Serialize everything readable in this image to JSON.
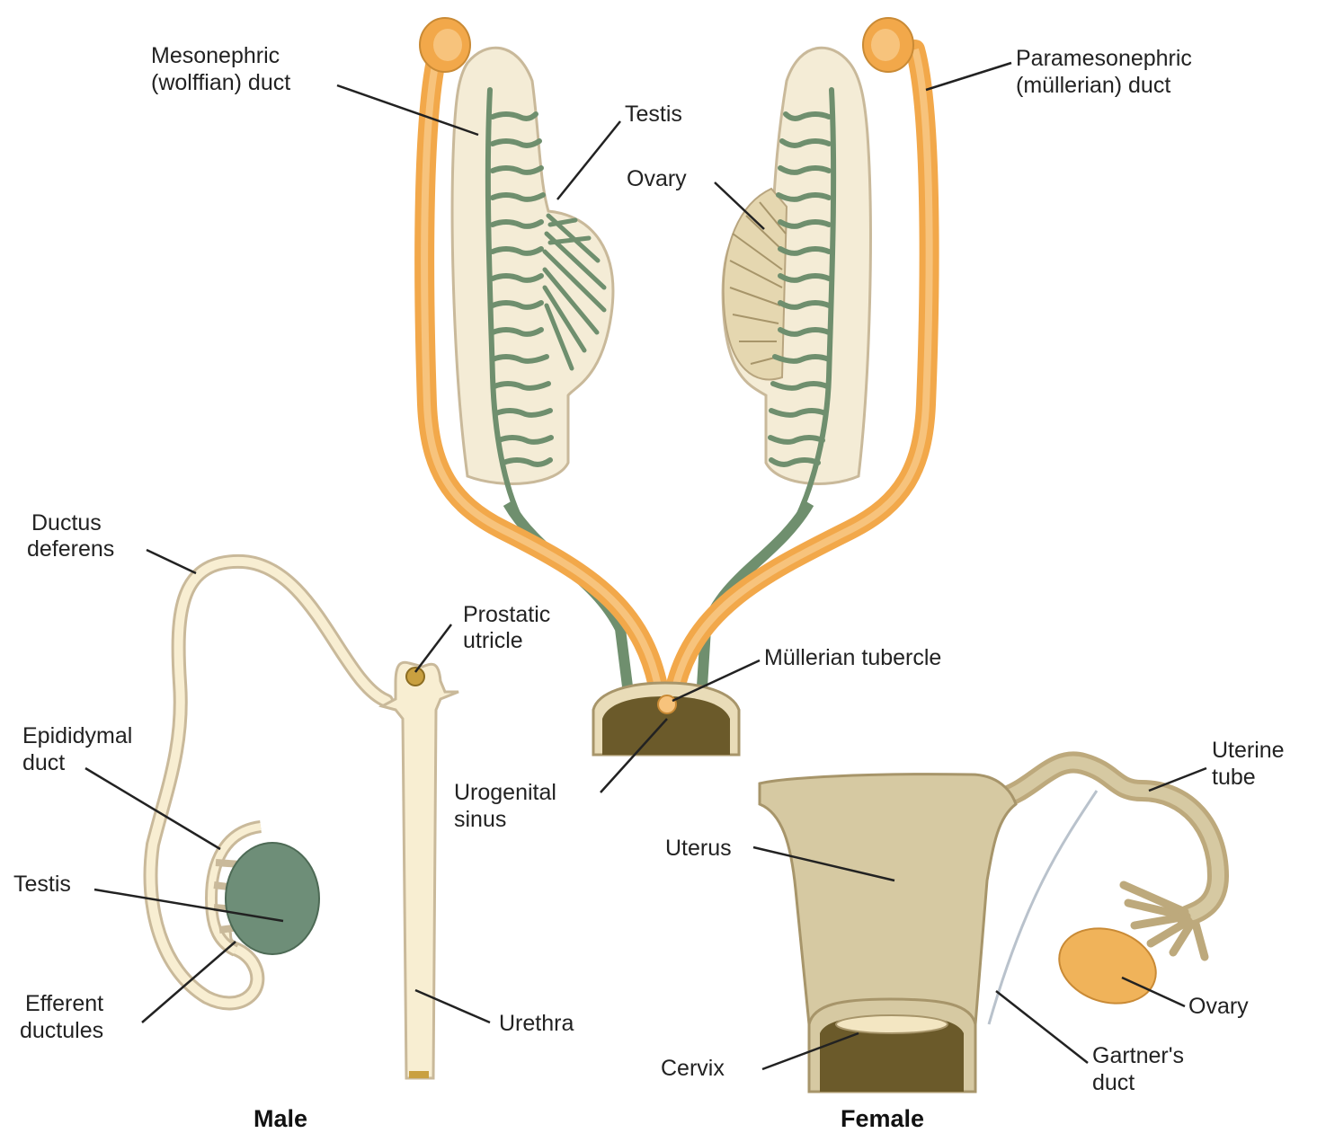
{
  "colors": {
    "background": "#ffffff",
    "mesonephros_fill": "#f4ecd6",
    "mesonephros_outline": "#c9b99a",
    "tubule_green": "#6f8f6e",
    "duct_orange": "#f2a84a",
    "duct_orange_light": "#f7c37c",
    "sinus_dark": "#6b5a2a",
    "uterus_fill": "#d6c9a2",
    "testis_green": "#6e8e78",
    "ovary_orange": "#f0b35a",
    "male_tube_fill": "#f8eed2",
    "text": "#222222"
  },
  "labels": {
    "mesonephric_line1": "Mesonephric",
    "mesonephric_line2": "(wolffian) duct",
    "testis_top": "Testis",
    "ovary_top": "Ovary",
    "paramesonephric_line1": "Paramesonephric",
    "paramesonephric_line2": "(müllerian) duct",
    "ductus_line1": "Ductus",
    "ductus_line2": "deferens",
    "prostatic_line1": "Prostatic",
    "prostatic_line2": "utricle",
    "mullerian_tubercle": "Müllerian tubercle",
    "urogenital_line1": "Urogenital",
    "urogenital_line2": "sinus",
    "epididymal_line1": "Epididymal",
    "epididymal_line2": "duct",
    "testis_male": "Testis",
    "efferent_line1": "Efferent",
    "efferent_line2": "ductules",
    "urethra": "Urethra",
    "uterine_line1": "Uterine",
    "uterine_line2": "tube",
    "uterus": "Uterus",
    "ovary_female": "Ovary",
    "cervix": "Cervix",
    "gartner_line1": "Gartner's",
    "gartner_line2": "duct"
  },
  "captions": {
    "male": "Male",
    "female": "Female"
  }
}
